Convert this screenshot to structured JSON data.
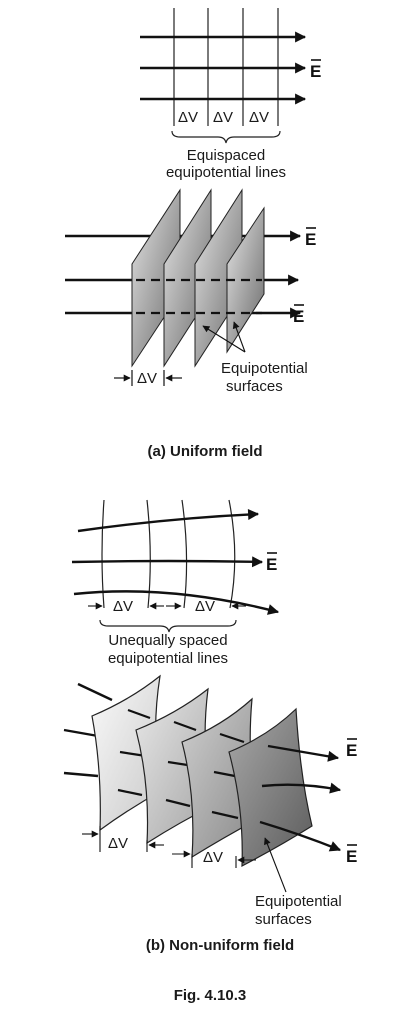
{
  "uniform": {
    "delta_v": [
      "ΔV",
      "ΔV",
      "ΔV"
    ],
    "caption_line1": "Equispaced",
    "caption_line2": "equipotential lines",
    "e_label_top": "E",
    "planes_e_label_top": "E",
    "planes_e_label_bottom": "E",
    "planes_delta_v": "ΔV",
    "surfaces_line1": "Equipotential",
    "surfaces_line2": "surfaces",
    "subcaption": "(a) Uniform field"
  },
  "nonuniform": {
    "delta_v": [
      "ΔV",
      "ΔV"
    ],
    "caption_line1": "Unequally spaced",
    "caption_line2": "equipotential lines",
    "e_label": "E",
    "surfaces_e_label_top": "E",
    "surfaces_e_label_bottom": "E",
    "surfaces_delta_v": [
      "ΔV",
      "ΔV"
    ],
    "surfaces_line1": "Equipotential",
    "surfaces_line2": "surfaces",
    "subcaption": "(b) Non-uniform field"
  },
  "figure_caption": "Fig. 4.10.3",
  "colors": {
    "plane_light": "#e4e4e4",
    "plane_dark": "#6e6e6e",
    "ink": "#111111"
  }
}
